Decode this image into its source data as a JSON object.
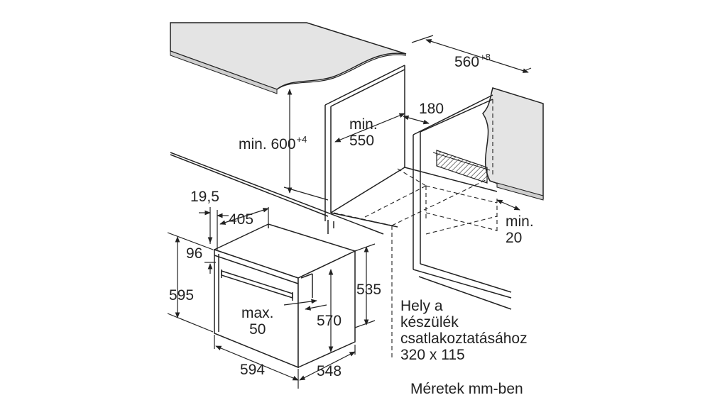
{
  "labels": {
    "width_560": "560",
    "width_560_sup": "+8",
    "dim_180": "180",
    "min_600": "min. 600",
    "min_600_sup": "+4",
    "min_550": "min.\n550",
    "dim_19_5": "19,5",
    "dim_405": "405",
    "dim_96": "96",
    "dim_595": "595",
    "dim_535": "535",
    "dim_570": "570",
    "max_50": "max.\n50",
    "dim_594": "594",
    "dim_548": "548",
    "min_20": "min.\n20",
    "connection_note": "Hely a\nkészülék\ncsatlakoztatásához\n320 x 115",
    "units_note": "Méretek mm-ben"
  },
  "colors": {
    "line": "#222222",
    "countertop": "#e4e4e4",
    "hatch": "#555555"
  }
}
